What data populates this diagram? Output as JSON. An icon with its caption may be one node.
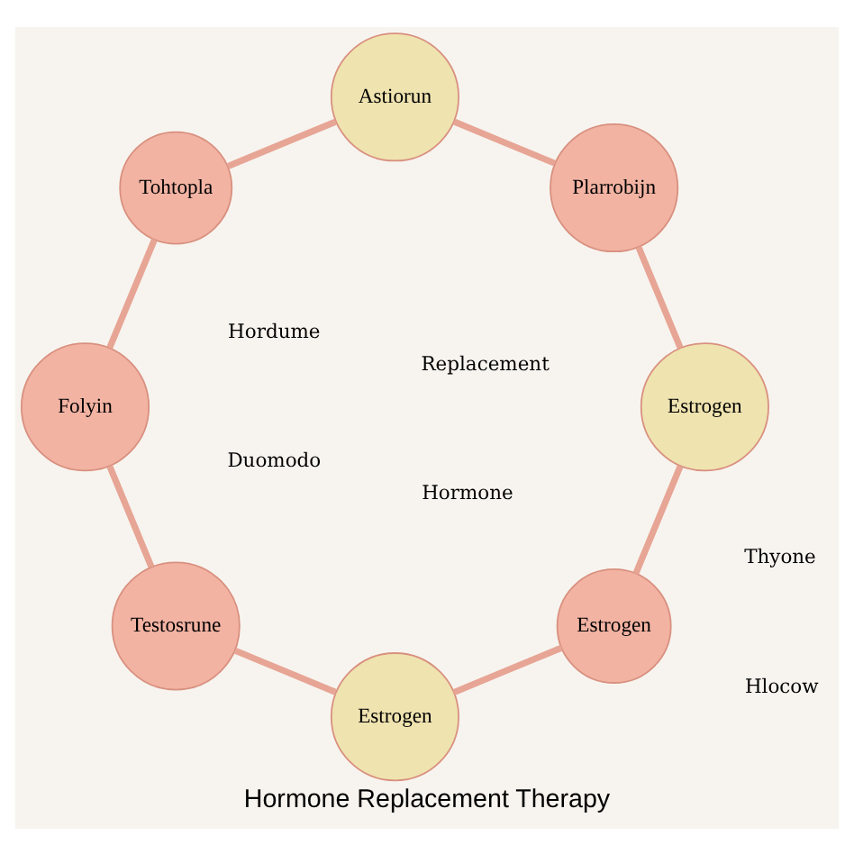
{
  "diagram": {
    "caption": "Hormone Replacement Therapy",
    "nodes": [
      {
        "text": [
          "Estrogen"
        ]
      },
      {
        "text": [
          "Estrogen"
        ]
      },
      {
        "text": [
          "Testosrune"
        ]
      },
      {
        "text": [
          "Folyin"
        ]
      },
      {
        "text": [
          "Tohtopla"
        ]
      },
      {
        "text": [
          "Astiorun"
        ]
      },
      {
        "text": [
          "Plarrobijn"
        ]
      },
      {
        "text": [
          "Estrogen"
        ]
      }
    ],
    "edges": [
      {
        "from": 0,
        "to": 1,
        "arrow": "none"
      },
      {
        "from": 1,
        "to": 2,
        "arrow": "none"
      },
      {
        "from": 2,
        "to": 3,
        "arrow": "none"
      },
      {
        "from": 3,
        "to": 4,
        "arrow": "none"
      },
      {
        "from": 4,
        "to": 5,
        "arrow": "none"
      },
      {
        "from": 5,
        "to": 6,
        "arrow": "none"
      },
      {
        "from": 6,
        "to": 7,
        "arrow": "none"
      },
      {
        "from": 7,
        "to": 0,
        "arrow": "none"
      }
    ],
    "labels": [
      "Hormone",
      "Hordume",
      "Hlocow",
      "Replacement",
      "Thyone",
      "Duomodo"
    ]
  }
}
